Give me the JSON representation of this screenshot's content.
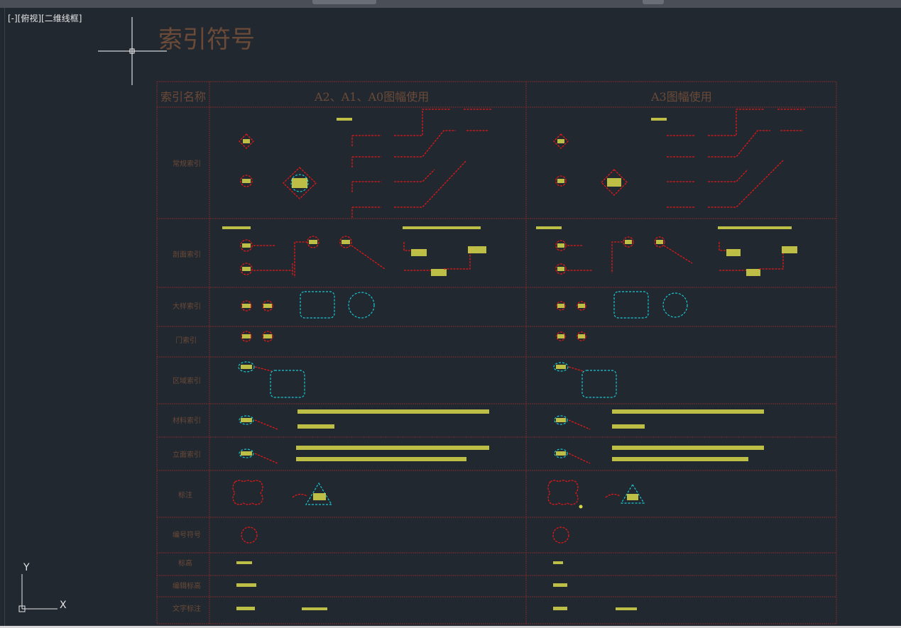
{
  "viewport": {
    "label": "[-][俯视][二维线框]"
  },
  "drawing": {
    "title": "索引符号",
    "header": {
      "name_col": "索引名称",
      "col_a": "A2、A1、A0图幅使用",
      "col_b": "A3图幅使用"
    },
    "rows": [
      "常规索引",
      "剖面索引",
      "大样索引",
      "门索引",
      "区域索引",
      "材料索引",
      "立面索引",
      "标注",
      "编号符号",
      "标高",
      "编辑标高",
      "文字标注"
    ]
  },
  "ucs": {
    "x_label": "X",
    "y_label": "Y"
  },
  "colors": {
    "background": "#212830",
    "frame": "#7a2a2a",
    "red": "#e01818",
    "cyan": "#19c8d2",
    "yellow": "#d8d84a",
    "text_brown": "#6b4a38"
  }
}
